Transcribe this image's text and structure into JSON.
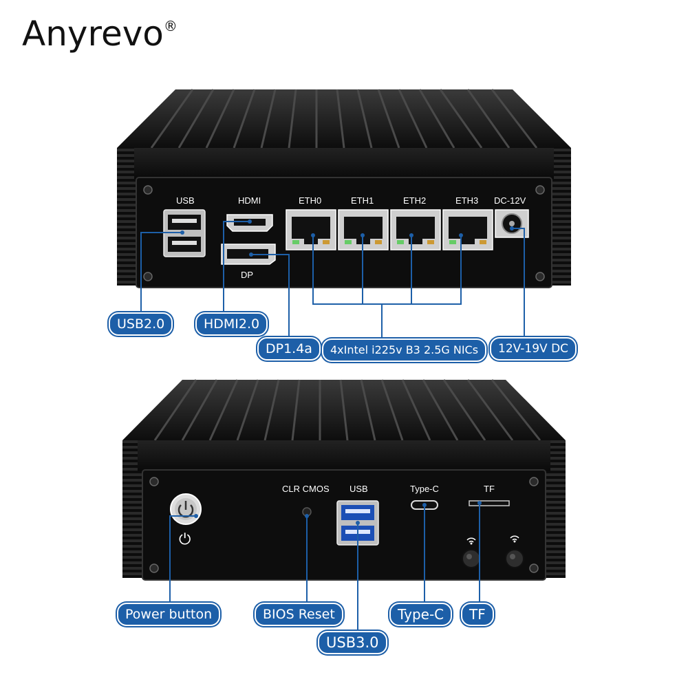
{
  "brand": {
    "name": "Anyrevo",
    "mark": "®"
  },
  "front_panel": {
    "port_labels": [
      "USB",
      "HDMI",
      "ETH0",
      "ETH1",
      "ETH2",
      "ETH3",
      "DC-12V",
      "DP"
    ],
    "callouts": {
      "usb": "USB2.0",
      "hdmi": "HDMI2.0",
      "dp": "DP1.4a",
      "nics": "4xIntel i225v B3 2.5G NICs",
      "power": "12V-19V DC"
    }
  },
  "rear_panel": {
    "port_labels": {
      "clr_cmos": "CLR CMOS",
      "usb": "USB",
      "typec": "Type-C",
      "tf": "TF"
    },
    "callouts": {
      "power_button": "Power button",
      "bios_reset": "BIOS Reset",
      "usb3": "USB3.0",
      "typec": "Type-C",
      "tf": "TF"
    }
  },
  "colors": {
    "callout": "#1d5fa8",
    "case": "#1a1a1a",
    "panel": "#0d0d0d"
  }
}
